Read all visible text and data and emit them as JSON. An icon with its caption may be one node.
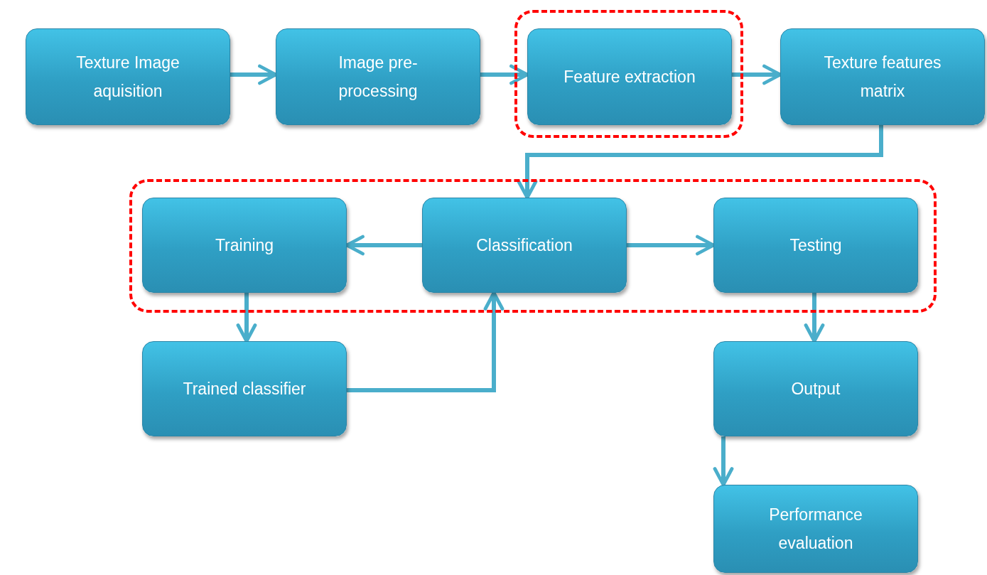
{
  "diagram": {
    "nodes": [
      {
        "text": [
          "Texture Image aquisition"
        ]
      },
      {
        "text": [
          "Image pre-processing"
        ]
      },
      {
        "text": [],
        "shape": "box"
      },
      {
        "text": [
          "Feature extraction"
        ],
        "in": 2
      },
      {
        "text": [
          "Texture features matrix"
        ]
      },
      {
        "text": [],
        "shape": "box"
      },
      {
        "text": [
          "Training"
        ],
        "in": 5
      },
      {
        "text": [
          "Classification"
        ],
        "in": 5
      },
      {
        "text": [
          "Testing"
        ],
        "in": 5
      },
      {
        "text": [
          "Trained classifier"
        ]
      },
      {
        "text": [
          "Output"
        ]
      },
      {
        "text": [
          "Performance evaluation"
        ]
      }
    ],
    "edges": [
      {
        "from": 0,
        "to": 1,
        "arrow": "to"
      },
      {
        "from": 1,
        "to": 3,
        "arrow": "to"
      },
      {
        "from": 3,
        "to": 4,
        "arrow": "to"
      },
      {
        "from": 4,
        "to": 7,
        "arrow": "to"
      },
      {
        "from": 7,
        "to": 6,
        "arrow": "to"
      },
      {
        "from": 7,
        "to": 8,
        "arrow": "to"
      },
      {
        "from": 6,
        "to": 9,
        "arrow": "to"
      },
      {
        "from": 9,
        "to": 7,
        "arrow": "to"
      },
      {
        "from": 8,
        "to": 10,
        "arrow": "to"
      },
      {
        "from": 10,
        "to": 11,
        "arrow": "to"
      }
    ]
  }
}
